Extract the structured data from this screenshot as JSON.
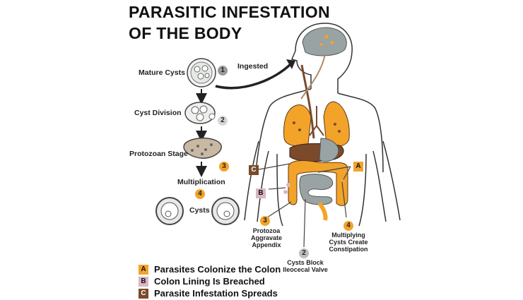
{
  "title": {
    "line1": "PARASITIC INFESTATION",
    "line2": "OF THE BODY"
  },
  "stages": [
    {
      "label": "Mature Cysts",
      "number": "1"
    },
    {
      "label": "Cyst Division",
      "number": "2"
    },
    {
      "label": "Protozoan Stage",
      "number": "3"
    },
    {
      "label": "Multiplication",
      "number": "4"
    },
    {
      "label": "Cysts",
      "number": ""
    }
  ],
  "ingested_label": "Ingested",
  "body_callouts": [
    {
      "number": "3",
      "text_lines": [
        "Protozoa",
        "Aggravate",
        "Appendix"
      ]
    },
    {
      "number": "2",
      "text_lines": [
        "Cysts Block",
        "Ileocecal Valve"
      ]
    },
    {
      "number": "4",
      "text_lines": [
        "Multiplying",
        "Cysts Create",
        "Constipation"
      ]
    }
  ],
  "markers": {
    "a": "A",
    "b": "B",
    "c": "C"
  },
  "legend": [
    {
      "letter": "A",
      "text": "Parasites Colonize the Colon",
      "color": "#f3a32a"
    },
    {
      "letter": "B",
      "text": "Colon Lining Is Breached",
      "color": "#d9b6c4"
    },
    {
      "letter": "C",
      "text": "Parasite Infestation Spreads",
      "color": "#7a4a2a"
    }
  ],
  "colors": {
    "orange": "#f3a32a",
    "gray_badge": "#9a9a9a",
    "pink": "#d9b6c4",
    "brown": "#7a4a2a",
    "outline": "#333333",
    "organ_gray": "#9aa3a3"
  }
}
